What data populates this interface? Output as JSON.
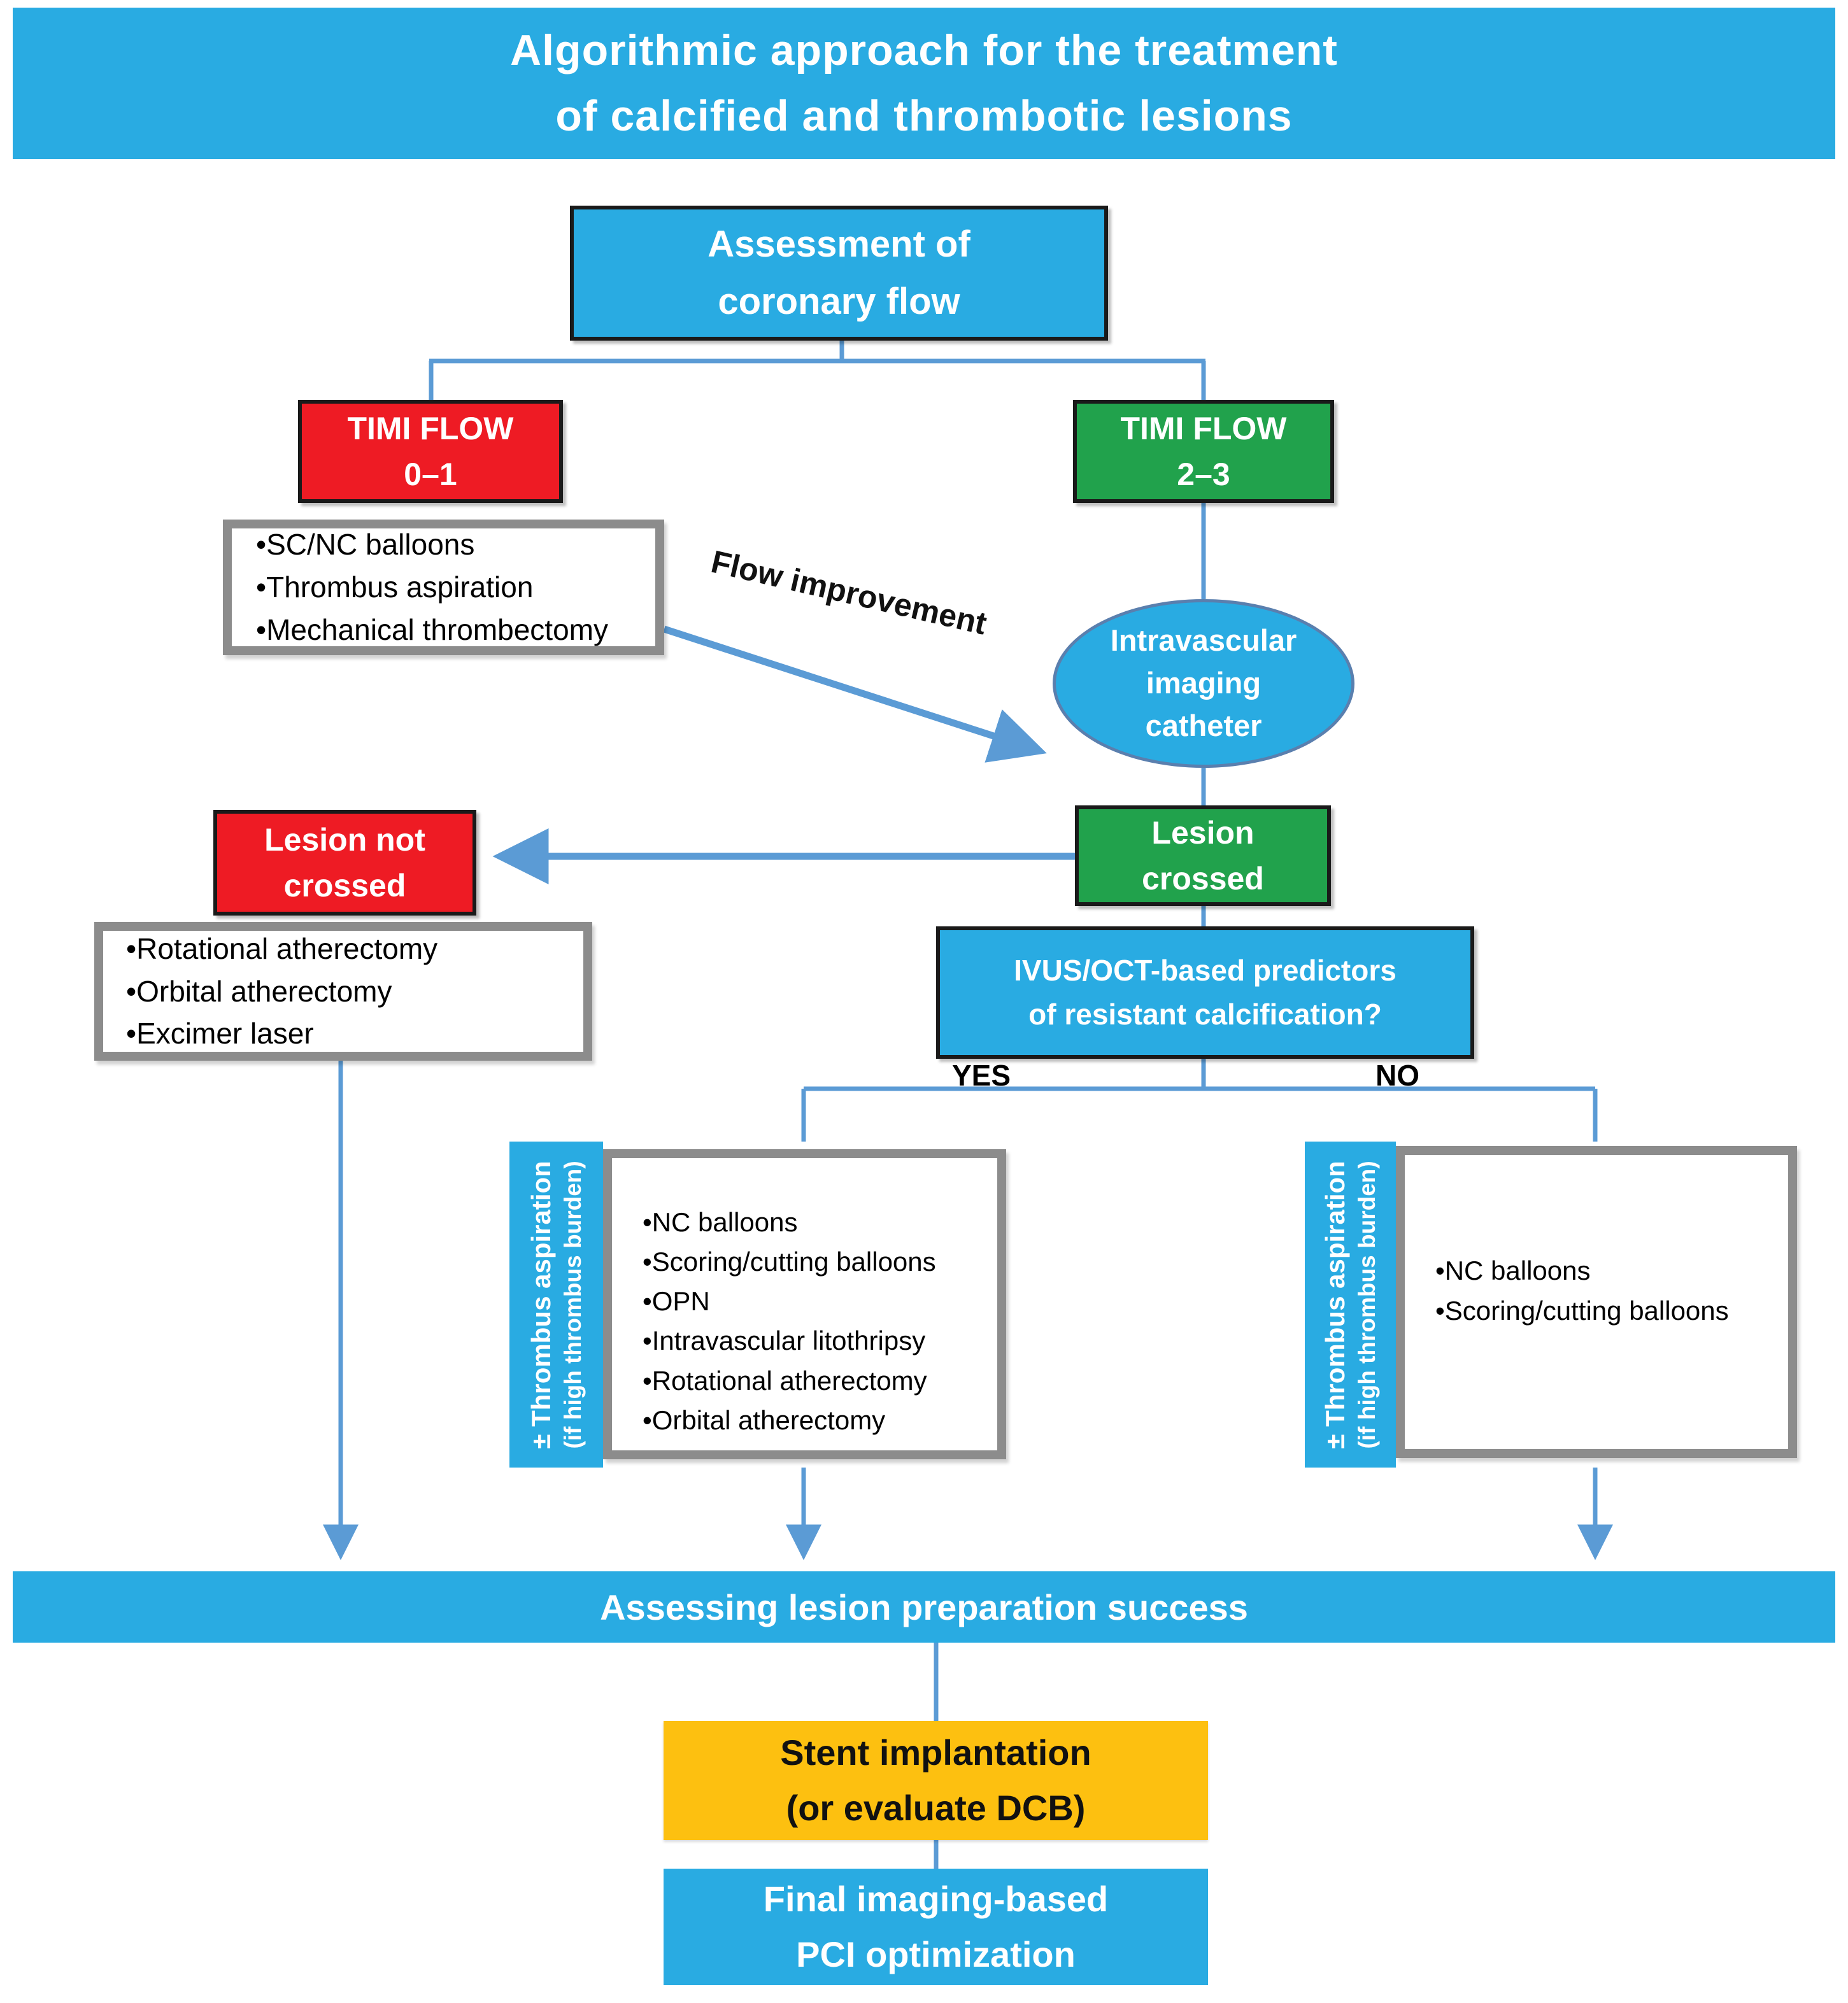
{
  "title": {
    "line1": "Algorithmic approach for the treatment",
    "line2": "of calcified and thrombotic lesions"
  },
  "nodes": {
    "assessment": {
      "line1": "Assessment of",
      "line2": "coronary flow"
    },
    "timi_0_1": {
      "line1": "TIMI FLOW",
      "line2": "0–1"
    },
    "timi_2_3": {
      "line1": "TIMI FLOW",
      "line2": "2–3"
    },
    "timi_0_1_options": [
      "•SC/NC balloons",
      "•Thrombus aspiration",
      "•Mechanical thrombectomy"
    ],
    "flow_improvement_label": "Flow improvement",
    "imaging_catheter": {
      "line1": "Intravascular",
      "line2": "imaging",
      "line3": "catheter"
    },
    "lesion_not_crossed": {
      "line1": "Lesion not",
      "line2": "crossed"
    },
    "lesion_crossed": {
      "line1": "Lesion",
      "line2": "crossed"
    },
    "lesion_not_crossed_options": [
      "•Rotational atherectomy",
      "•Orbital atherectomy",
      "•Excimer laser"
    ],
    "ivus_question": {
      "line1": "IVUS/OCT-based predictors",
      "line2": "of resistant calcification?"
    },
    "yes_label": "YES",
    "no_label": "NO",
    "thrombus_sidebar": {
      "line1": "± Thrombus aspiration",
      "line2": "(if high thrombus burden)"
    },
    "yes_options": [
      "•NC balloons",
      "•Scoring/cutting balloons",
      "•OPN",
      "•Intravascular litothripsy",
      "•Rotational atherectomy",
      "•Orbital atherectomy"
    ],
    "no_options": [
      "•NC balloons",
      "•Scoring/cutting balloons"
    ],
    "assessing_banner": "Assessing lesion preparation success",
    "stent": {
      "line1": "Stent implantation",
      "line2": "(or evaluate DCB)"
    },
    "final": {
      "line1": "Final imaging-based",
      "line2": "PCI optimization"
    }
  },
  "colors": {
    "blue": "#29ABE2",
    "red": "#EE1B24",
    "green": "#21A24C",
    "yellow": "#FDC010",
    "connector": "#5B9BD5",
    "gray_border": "#8C8C8C",
    "dark_border": "#1A1A1A"
  }
}
